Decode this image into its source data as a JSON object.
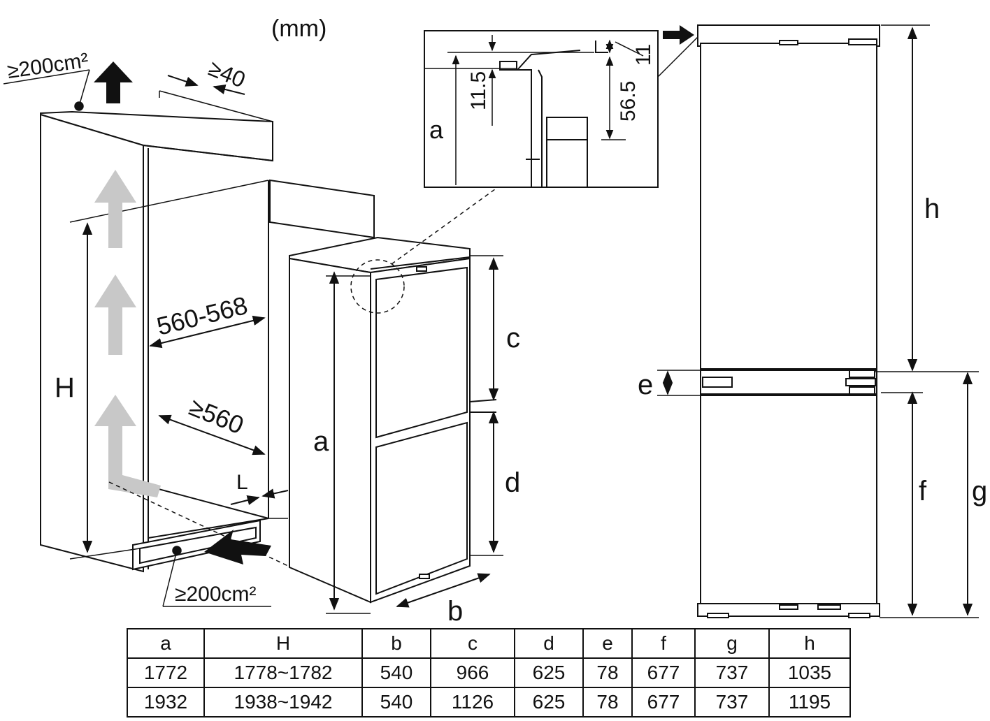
{
  "unit_note": "(mm)",
  "vent_area_top": "≥200cm²",
  "vent_area_bottom": "≥200cm²",
  "gap_top": "≥40",
  "niche_width": "560-568",
  "niche_depth": "≥560",
  "label_L": "L",
  "label_H": "H",
  "label_a": "a",
  "label_b": "b",
  "label_c": "c",
  "label_d": "d",
  "label_e": "e",
  "label_f": "f",
  "label_g": "g",
  "label_h": "h",
  "detail": {
    "label_a": "a",
    "dim_11_5": "11.5",
    "dim_56_5": "56.5",
    "dim_11": "11"
  },
  "table": {
    "headers": [
      "a",
      "H",
      "b",
      "c",
      "d",
      "e",
      "f",
      "g",
      "h"
    ],
    "rows": [
      [
        "1772",
        "1778~1782",
        "540",
        "966",
        "625",
        "78",
        "677",
        "737",
        "1035"
      ],
      [
        "1932",
        "1938~1942",
        "540",
        "1126",
        "625",
        "78",
        "677",
        "737",
        "1195"
      ]
    ]
  }
}
